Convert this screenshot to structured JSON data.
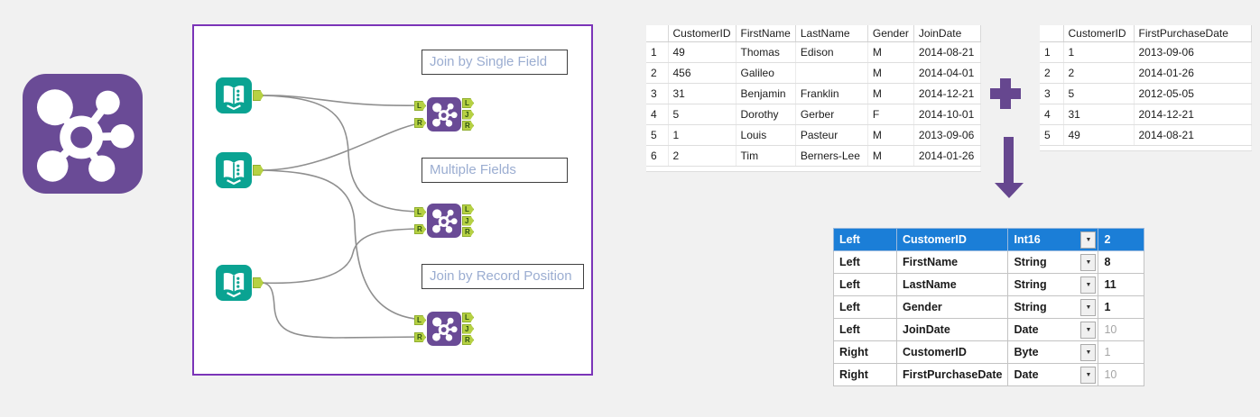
{
  "figure": {
    "title_hint": "Join tool workflow figure"
  },
  "logo": {
    "name": "join-tool-logo",
    "color": "#6a4b96"
  },
  "canvas": {
    "border_color": "#7b34b8",
    "labels": [
      {
        "text": "Join by Single Field"
      },
      {
        "text": "Multiple Fields"
      },
      {
        "text": "Join by Record Position"
      }
    ],
    "anchors": {
      "inputs": [
        "L",
        "R"
      ],
      "outputs": [
        "L",
        "J",
        "R"
      ]
    },
    "input_tool_color": "#0aa392",
    "join_tool_color": "#6a4b96"
  },
  "left_table": {
    "headers": [
      "",
      "CustomerID",
      "FirstName",
      "LastName",
      "Gender",
      "JoinDate"
    ],
    "rows": [
      [
        "1",
        "49",
        "Thomas",
        "Edison",
        "M",
        "2014-08-21"
      ],
      [
        "2",
        "456",
        "Galileo",
        "",
        "M",
        "2014-04-01"
      ],
      [
        "3",
        "31",
        "Benjamin",
        "Franklin",
        "M",
        "2014-12-21"
      ],
      [
        "4",
        "5",
        "Dorothy",
        "Gerber",
        "F",
        "2014-10-01"
      ],
      [
        "5",
        "1",
        "Louis",
        "Pasteur",
        "M",
        "2013-09-06"
      ],
      [
        "6",
        "2",
        "Tim",
        "Berners-Lee",
        "M",
        "2014-01-26"
      ]
    ]
  },
  "right_table": {
    "headers": [
      "",
      "CustomerID",
      "FirstPurchaseDate"
    ],
    "rows": [
      [
        "1",
        "1",
        "2013-09-06"
      ],
      [
        "2",
        "2",
        "2014-01-26"
      ],
      [
        "3",
        "5",
        "2012-05-05"
      ],
      [
        "4",
        "31",
        "2014-12-21"
      ],
      [
        "5",
        "49",
        "2014-08-21"
      ]
    ]
  },
  "operators": {
    "plus": "plus-icon",
    "arrow": "down-arrow-icon",
    "color": "#66478f"
  },
  "config_table": {
    "dropdown_glyph": "▼",
    "selection_color": "#1b7ed7",
    "rows": [
      {
        "side": "Left",
        "field": "CustomerID",
        "type": "Int16",
        "size": "2",
        "selected": true,
        "muted": false
      },
      {
        "side": "Left",
        "field": "FirstName",
        "type": "String",
        "size": "8",
        "selected": false,
        "muted": false
      },
      {
        "side": "Left",
        "field": "LastName",
        "type": "String",
        "size": "11",
        "selected": false,
        "muted": false
      },
      {
        "side": "Left",
        "field": "Gender",
        "type": "String",
        "size": "1",
        "selected": false,
        "muted": false
      },
      {
        "side": "Left",
        "field": "JoinDate",
        "type": "Date",
        "size": "10",
        "selected": false,
        "muted": true
      },
      {
        "side": "Right",
        "field": "CustomerID",
        "type": "Byte",
        "size": "1",
        "selected": false,
        "muted": true
      },
      {
        "side": "Right",
        "field": "FirstPurchaseDate",
        "type": "Date",
        "size": "10",
        "selected": false,
        "muted": true
      }
    ]
  }
}
